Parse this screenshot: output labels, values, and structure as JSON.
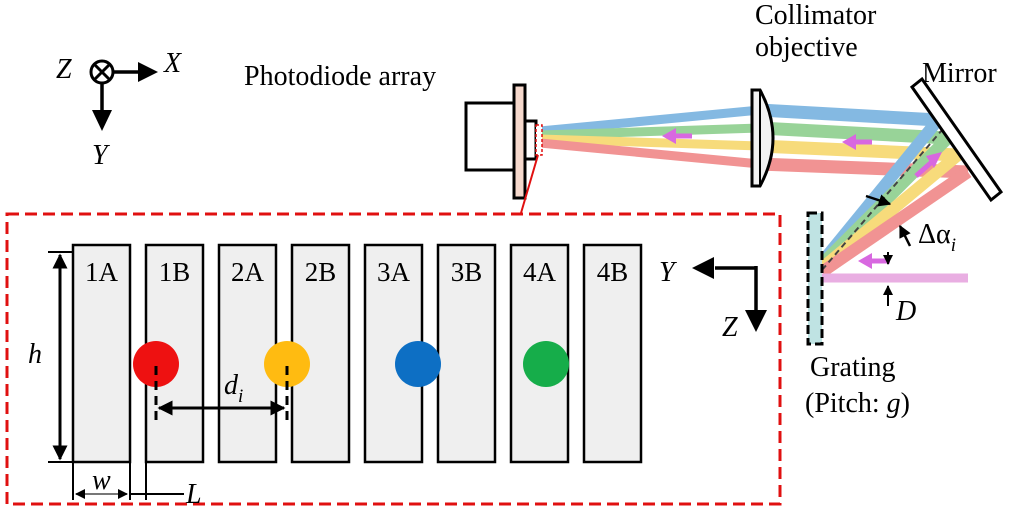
{
  "labels": {
    "photodiode_array": "Photodiode array",
    "collimator_line1": "Collimator",
    "collimator_line2": "objective",
    "mirror": "Mirror",
    "grating_line1": "Grating",
    "grating_line2": "(Pitch: ",
    "grating_pitch_symbol": "g",
    "grating_line2_end": ")",
    "delta_alpha": "Δα",
    "delta_alpha_sub": "i",
    "displacement": "D",
    "height": "h",
    "width": "w",
    "gap": "L",
    "spot_distance": "d",
    "spot_distance_sub": "i"
  },
  "axes_top": {
    "z": "Z",
    "x": "X",
    "y": "Y"
  },
  "axes_detail": {
    "y": "Y",
    "z": "Z"
  },
  "photodiode_cells": [
    "1A",
    "1B",
    "2A",
    "2B",
    "3A",
    "3B",
    "4A",
    "4B"
  ],
  "colors": {
    "spot_red": "#ee1111",
    "spot_yellow": "#ffbb11",
    "spot_blue": "#0d6fc4",
    "spot_green": "#16ad4a",
    "beam_blue": "#7ab4e0",
    "beam_green": "#90d090",
    "beam_yellow": "#f7d870",
    "beam_red": "#f08a8a",
    "beam_pink": "#e8a8e0",
    "arrow_magenta": "#d868e0",
    "detail_border": "#e01010",
    "cell_fill": "#efefef",
    "grating_fill": "#bfe3e3",
    "photodiode_fill": "#f5d8cc"
  }
}
